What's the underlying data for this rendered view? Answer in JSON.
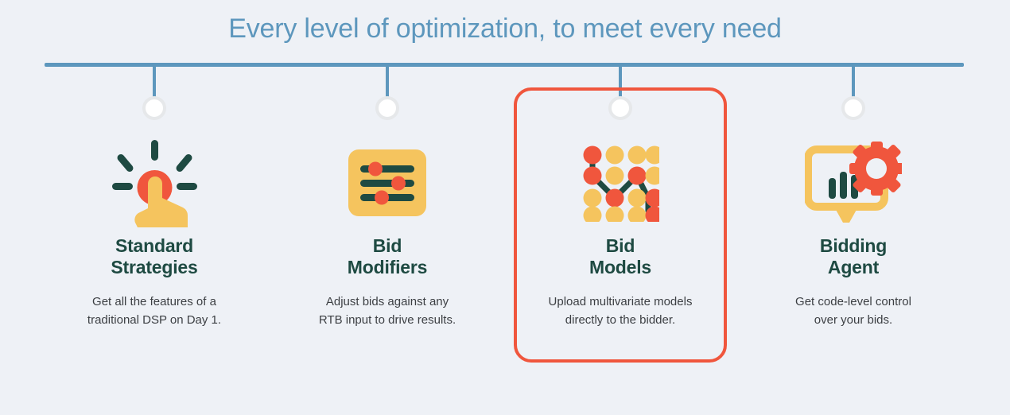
{
  "page": {
    "title": "Every level of optimization, to meet every need",
    "background_color": "#eef1f6",
    "title_color": "#5d97bd",
    "rule_color": "#5d97bd",
    "highlight_color": "#f0563d",
    "heading_color": "#1e4a42",
    "body_color": "#3c3f43",
    "icon_yellow": "#f5c45e",
    "icon_red": "#f0563d",
    "icon_teal": "#1e4a42"
  },
  "columns": [
    {
      "id": "standard-strategies",
      "icon": "click-hand-icon",
      "heading_line1": "Standard",
      "heading_line2": "Strategies",
      "desc_line1": "Get all the features of a",
      "desc_line2": "traditional DSP on Day 1.",
      "highlighted": false
    },
    {
      "id": "bid-modifiers",
      "icon": "sliders-icon",
      "heading_line1": "Bid",
      "heading_line2": "Modifiers",
      "desc_line1": "Adjust bids against any",
      "desc_line2": "RTB input to drive results.",
      "highlighted": false
    },
    {
      "id": "bid-models",
      "icon": "dot-grid-chart-icon",
      "heading_line1": "Bid",
      "heading_line2": "Models",
      "desc_line1": "Upload multivariate models",
      "desc_line2": "directly to the bidder.",
      "highlighted": true
    },
    {
      "id": "bidding-agent",
      "icon": "monitor-gear-icon",
      "heading_line1": "Bidding",
      "heading_line2": "Agent",
      "desc_line1": "Get code-level control",
      "desc_line2": "over your bids.",
      "highlighted": false
    }
  ]
}
